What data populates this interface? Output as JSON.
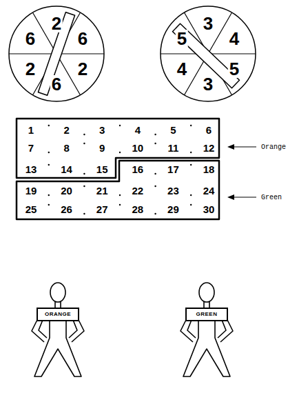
{
  "diagram": {
    "nodes": [
      {
        "text": [
          "6",
          "2",
          "6",
          "2",
          "6",
          "2"
        ]
      },
      {
        "text": [
          "5",
          "3",
          "4",
          "4",
          "3",
          "5"
        ]
      },
      {
        "text": [
          "1",
          "2",
          "3",
          "4",
          "5",
          "6",
          "7",
          "8",
          "9",
          "10",
          "11",
          "12",
          "13",
          "14",
          "15"
        ]
      },
      {
        "text": [
          "16",
          "17",
          "18",
          "19",
          "20",
          "21",
          "22",
          "23",
          "24",
          "25",
          "26",
          "27",
          "28",
          "29",
          "30"
        ]
      },
      {
        "text": [
          "ORANGE"
        ]
      },
      {
        "text": [
          "GREEN"
        ]
      }
    ],
    "labels": [
      "Orange",
      "Green"
    ]
  }
}
